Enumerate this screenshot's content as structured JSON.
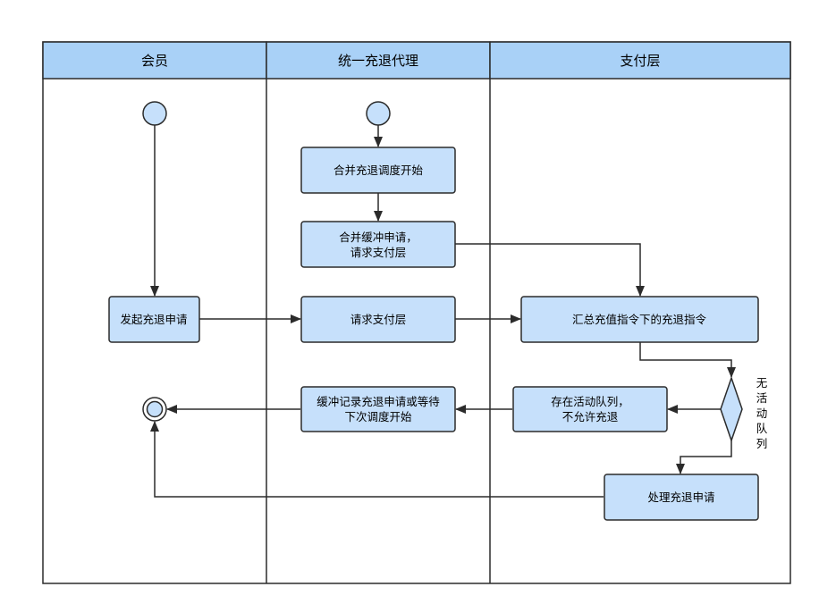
{
  "swimlanes": [
    {
      "id": "member",
      "title": "会员"
    },
    {
      "id": "proxy",
      "title": "统一充退代理"
    },
    {
      "id": "payment",
      "title": "支付层"
    }
  ],
  "nodes": {
    "merge_schedule_start": {
      "lines": [
        "合并充退调度开始"
      ]
    },
    "merge_buffer_request": {
      "lines": [
        "合并缓冲申请，",
        "请求支付层"
      ]
    },
    "request_payment": {
      "lines": [
        "请求支付层"
      ]
    },
    "initiate_refund": {
      "lines": [
        "发起充退申请"
      ]
    },
    "summarize_refund": {
      "lines": [
        "汇总充值指令下的充退指令"
      ]
    },
    "buffer_record": {
      "lines": [
        "缓冲记录充退申请或等待",
        "下次调度开始"
      ]
    },
    "active_queue": {
      "lines": [
        "存在活动队列，",
        "不允许充退"
      ]
    },
    "process_refund": {
      "lines": [
        "处理充退申请"
      ]
    }
  },
  "decision_label": [
    "无",
    "活",
    "动",
    "队",
    "列"
  ],
  "colors": {
    "header_fill": "#a9d1f7",
    "node_fill": "#c6e0fb",
    "stroke": "#2b2b2b",
    "background": "#ffffff"
  }
}
